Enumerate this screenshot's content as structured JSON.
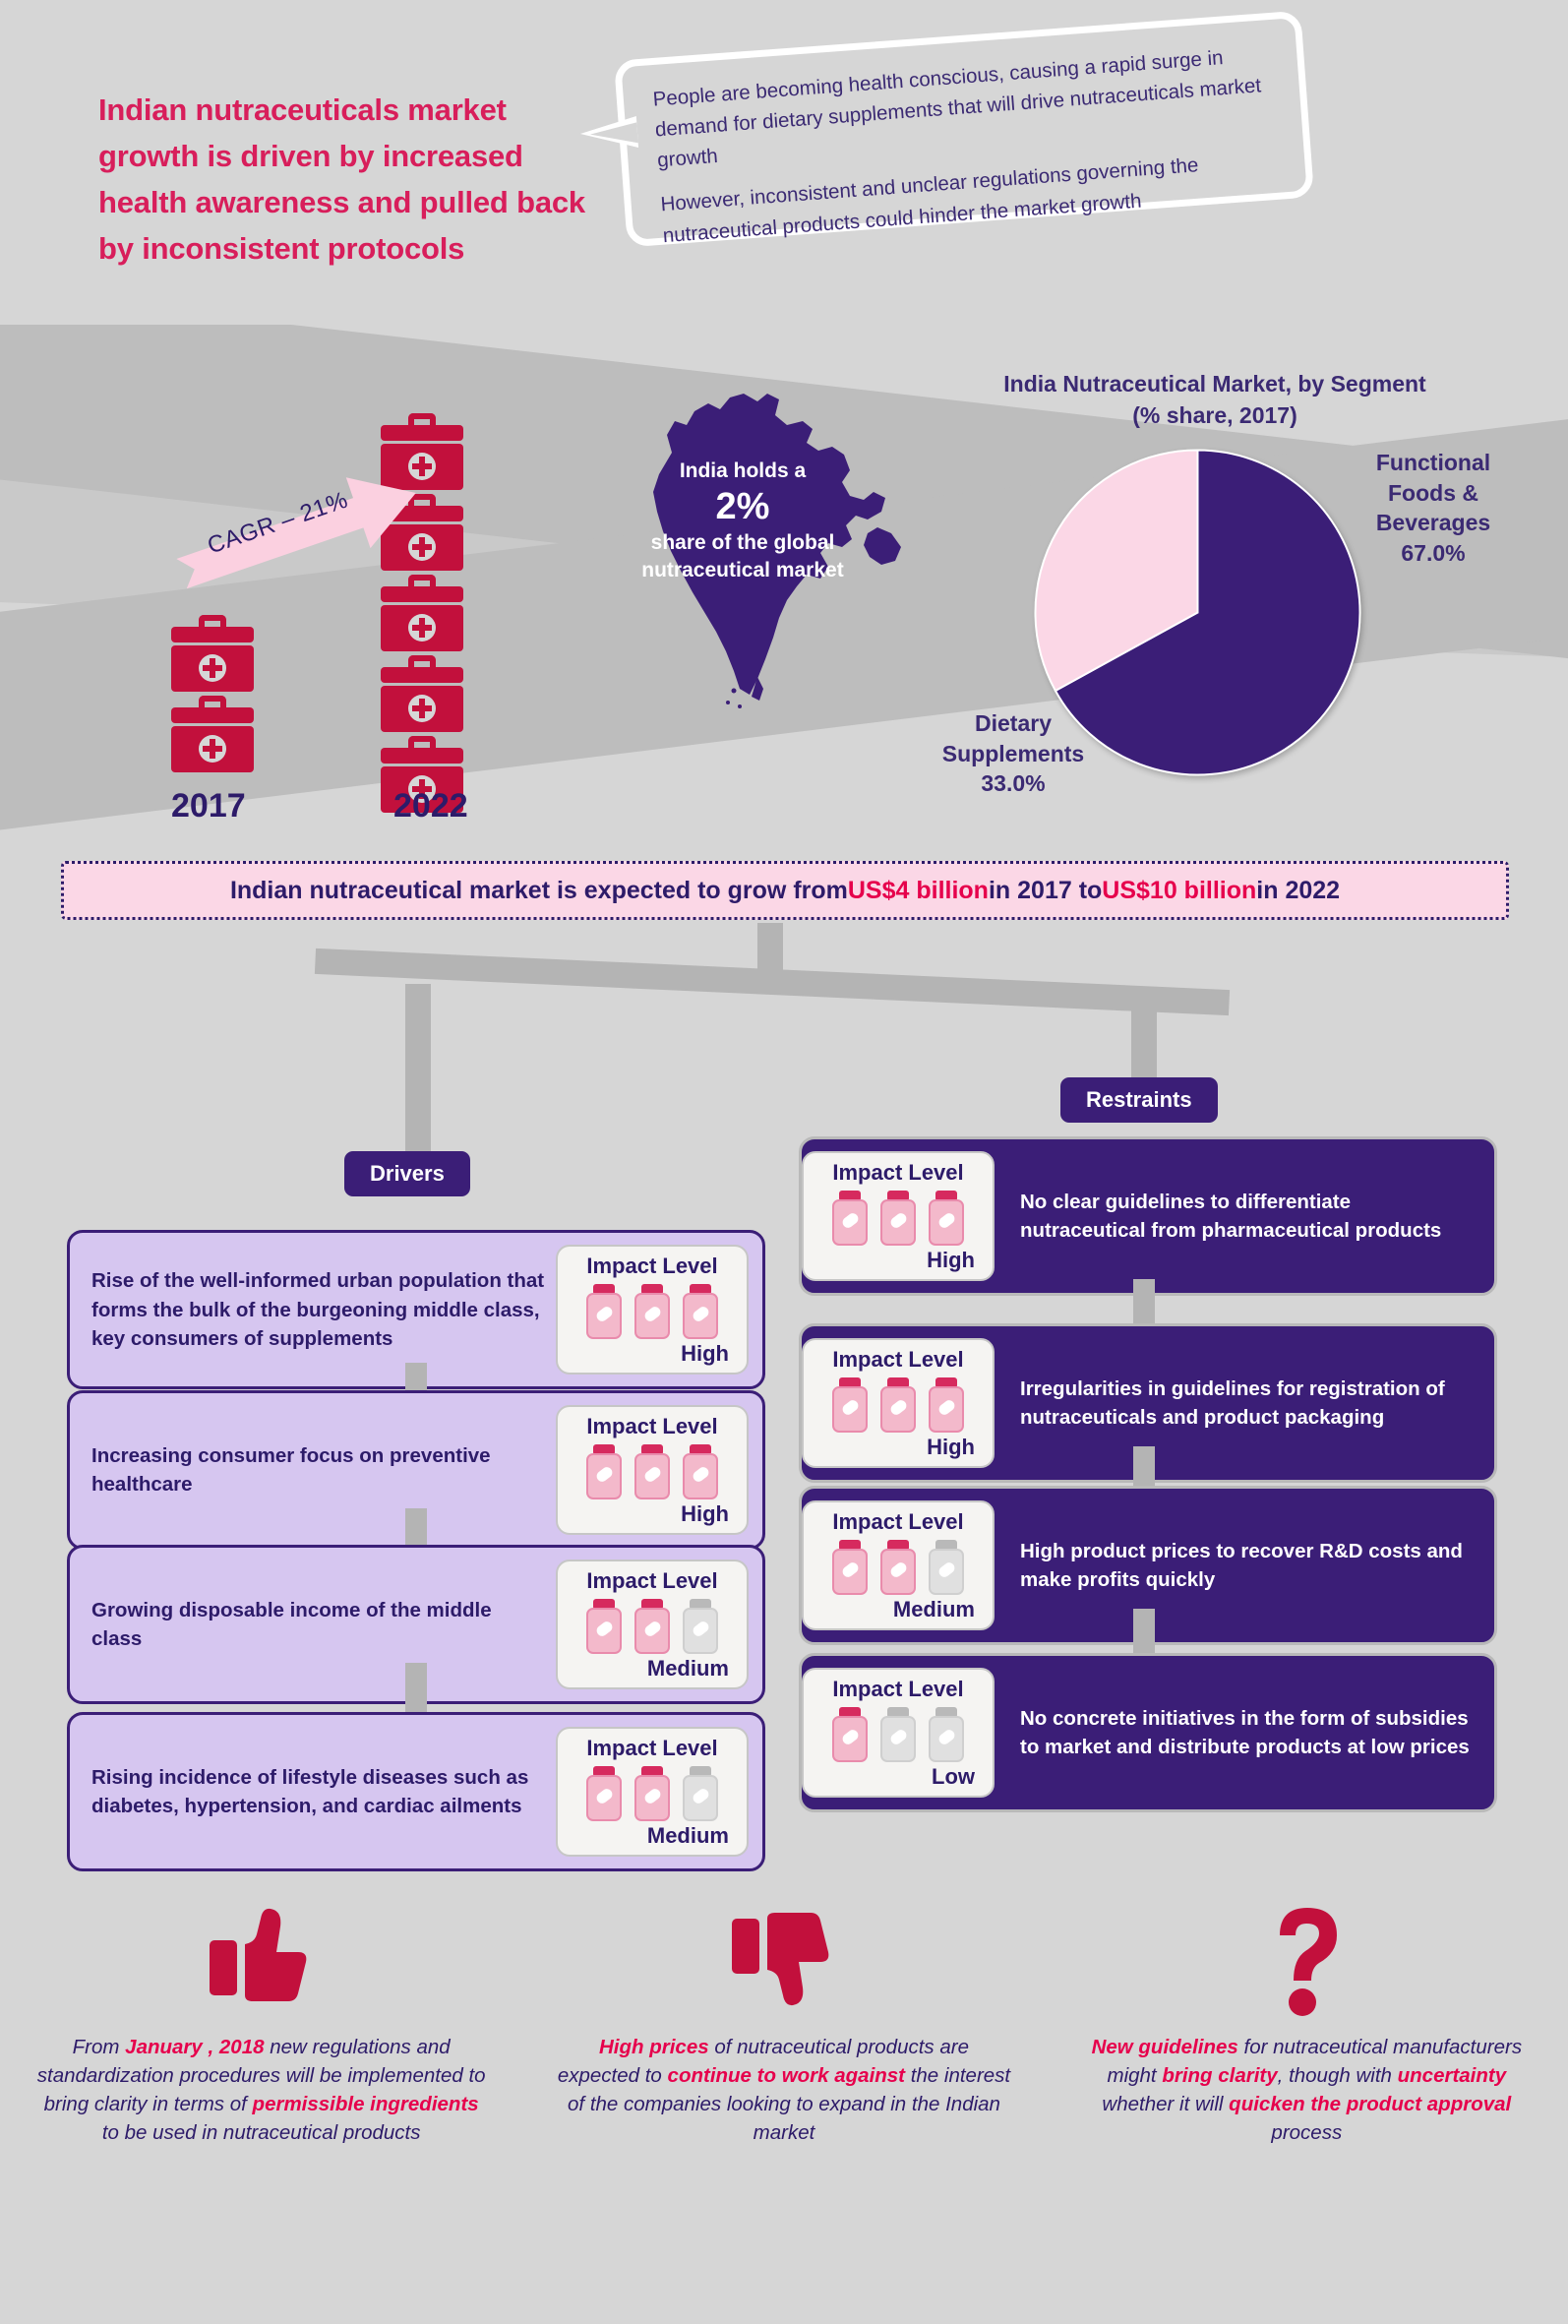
{
  "headline": "Indian nutraceuticals market growth is driven by increased health awareness and pulled back by inconsistent protocols",
  "callout": {
    "para1": "People are becoming health conscious, causing a rapid surge in demand for dietary supplements that will drive nutraceuticals market growth",
    "para2": "However, inconsistent and unclear regulations governing the nutraceutical products could hinder the market growth"
  },
  "growth": {
    "cagr_label": "CAGR – 21%",
    "year_start": "2017",
    "year_end": "2022",
    "kits_start": 2,
    "kits_end": 5
  },
  "map": {
    "line1": "India holds a",
    "value": "2%",
    "line2": "share of the global nutraceutical market"
  },
  "banner": {
    "pre": "Indian nutraceutical market is expected to grow from ",
    "hl1": "US$4 billion",
    "mid": " in 2017 to ",
    "hl2": "US$10 billion",
    "post": " in 2022"
  },
  "sections": {
    "drivers_tag": "Drivers",
    "restraints_tag": "Restraints",
    "impact_label": "Impact Level"
  },
  "drivers": [
    {
      "text": "Rise of the well-informed urban population that forms the bulk of the burgeoning middle class, key consumers of supplements",
      "impact": "High",
      "filled": 3
    },
    {
      "text": "Increasing consumer focus on preventive healthcare",
      "impact": "High",
      "filled": 3
    },
    {
      "text": "Growing disposable income of the middle class",
      "impact": "Medium",
      "filled": 2
    },
    {
      "text": "Rising incidence of lifestyle diseases such as diabetes, hypertension, and cardiac ailments",
      "impact": "Medium",
      "filled": 2
    }
  ],
  "restraints": [
    {
      "text": "No clear guidelines to differentiate nutraceutical from pharmaceutical products",
      "impact": "High",
      "filled": 3
    },
    {
      "text": "Irregularities in guidelines for registration of nutraceuticals and product packaging",
      "impact": "High",
      "filled": 3
    },
    {
      "text": "High product prices to recover R&D costs and make profits quickly",
      "impact": "Medium",
      "filled": 2
    },
    {
      "text": "No concrete initiatives in the form of subsidies to market and distribute products at low prices",
      "impact": "Low",
      "filled": 1
    }
  ],
  "footer": [
    {
      "icon": "thumbs-up-icon",
      "parts": [
        {
          "t": "From ",
          "b": false
        },
        {
          "t": "January , 2018",
          "b": true
        },
        {
          "t": " new regulations and standardization procedures will be implemented to bring clarity in terms of ",
          "b": false
        },
        {
          "t": "permissible ingredients",
          "b": true
        },
        {
          "t": " to be used in nutraceutical products",
          "b": false
        }
      ]
    },
    {
      "icon": "thumbs-down-icon",
      "parts": [
        {
          "t": "High prices",
          "b": true
        },
        {
          "t": " of nutraceutical products are expected to ",
          "b": false
        },
        {
          "t": "continue to work against",
          "b": true
        },
        {
          "t": " the interest of the companies looking to expand in the Indian market",
          "b": false
        }
      ]
    },
    {
      "icon": "question-mark-icon",
      "parts": [
        {
          "t": "New guidelines",
          "b": true
        },
        {
          "t": " for nutraceutical manufacturers might ",
          "b": false
        },
        {
          "t": "bring clarity",
          "b": true
        },
        {
          "t": ", though with ",
          "b": false
        },
        {
          "t": "uncertainty",
          "b": true
        },
        {
          "t": " whether it will ",
          "b": false
        },
        {
          "t": "quicken the product approval",
          "b": true
        },
        {
          "t": " process",
          "b": false
        }
      ]
    }
  ],
  "colors": {
    "accent_pink": "#e6004c",
    "deep_purple": "#3b1e77",
    "kit_red": "#c2103c",
    "pie_pink": "#fbd7e6",
    "background": "#d6d6d6"
  },
  "chart_data": {
    "type": "pie",
    "title": "India Nutraceutical Market, by Segment (% share, 2017)",
    "title_line1": "India Nutraceutical Market, by Segment",
    "title_line2": "(% share, 2017)",
    "categories": [
      "Functional Foods & Beverages",
      "Dietary Supplements"
    ],
    "values": [
      67.0,
      33.0
    ],
    "labels": [
      "Functional Foods & Beverages 67.0%",
      "Dietary Supplements 33.0%"
    ],
    "label_texts": [
      {
        "name": "Functional Foods & Beverages",
        "value": "67.0%"
      },
      {
        "name": "Dietary Supplements",
        "value": "33.0%"
      }
    ],
    "colors": [
      "#3b1e77",
      "#fbd7e6"
    ],
    "legend": "labels-outside",
    "unit": "%"
  },
  "secondary_chart": {
    "type": "bar",
    "title": "Indian nutraceutical market size (pictograph)",
    "categories": [
      "2017",
      "2022"
    ],
    "values": [
      4,
      10
    ],
    "unit": "US$ billion",
    "cagr": "21%"
  }
}
